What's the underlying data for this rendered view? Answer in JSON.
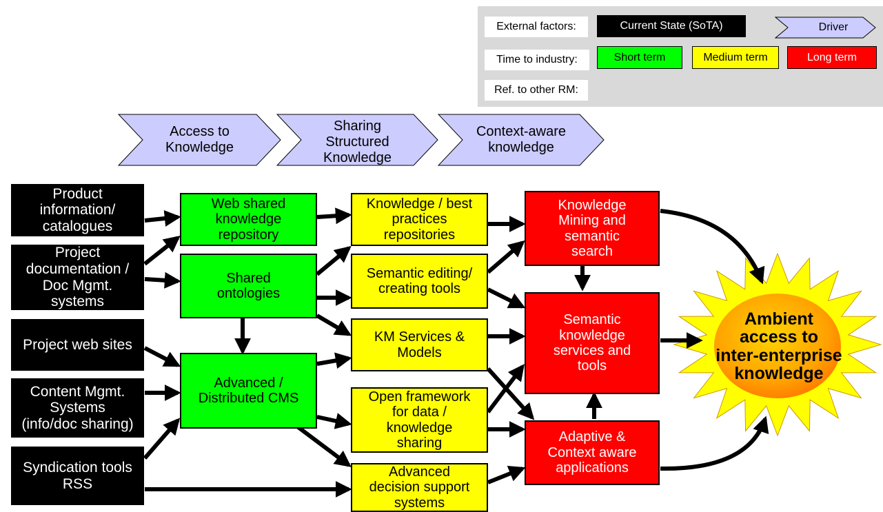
{
  "legend": {
    "external_label": "External factors:",
    "sota_label": "Current State (SoTA)",
    "driver_label": "Driver",
    "time_label": "Time to industry:",
    "short_label": "Short term",
    "medium_label": "Medium term",
    "long_label": "Long term",
    "ref_label": "Ref. to other RM:",
    "colors": {
      "short": "#00ff00",
      "medium": "#ffff00",
      "long": "#ff0000",
      "sota": "#000000",
      "driver": "#ccccff"
    }
  },
  "drivers": [
    {
      "label": "Access to\nKnowledge"
    },
    {
      "label": "Sharing\nStructured\nKnowledge"
    },
    {
      "label": "Context-aware\nknowledge"
    }
  ],
  "external_factors": [
    {
      "label": "Product\ninformation/\ncatalogues"
    },
    {
      "label": "Project\ndocumentation /\nDoc Mgmt.\nsystems"
    },
    {
      "label": "Project web sites"
    },
    {
      "label": "Content Mgmt.\nSystems\n(info/doc sharing)"
    },
    {
      "label": "Syndication tools\nRSS"
    }
  ],
  "short_term": [
    {
      "label": "Web shared\nknowledge\nrepository"
    },
    {
      "label": "Shared\nontologies"
    },
    {
      "label": "Advanced /\nDistributed CMS"
    }
  ],
  "medium_term": [
    {
      "label": "Knowledge / best\npractices\nrepositories"
    },
    {
      "label": "Semantic editing/\ncreating tools"
    },
    {
      "label": "KM Services &\nModels"
    },
    {
      "label": "Open framework\nfor data /\nknowledge\nsharing"
    },
    {
      "label": "Advanced\ndecision support\nsystems"
    }
  ],
  "long_term": [
    {
      "label": "Knowledge\nMining and\nsemantic\nsearch"
    },
    {
      "label": "Semantic\nknowledge\nservices and\ntools"
    },
    {
      "label": "Adaptive &\nContext aware\napplications"
    }
  ],
  "goal": {
    "label": "Ambient\naccess to\ninter-enterprise\nknowledge"
  }
}
